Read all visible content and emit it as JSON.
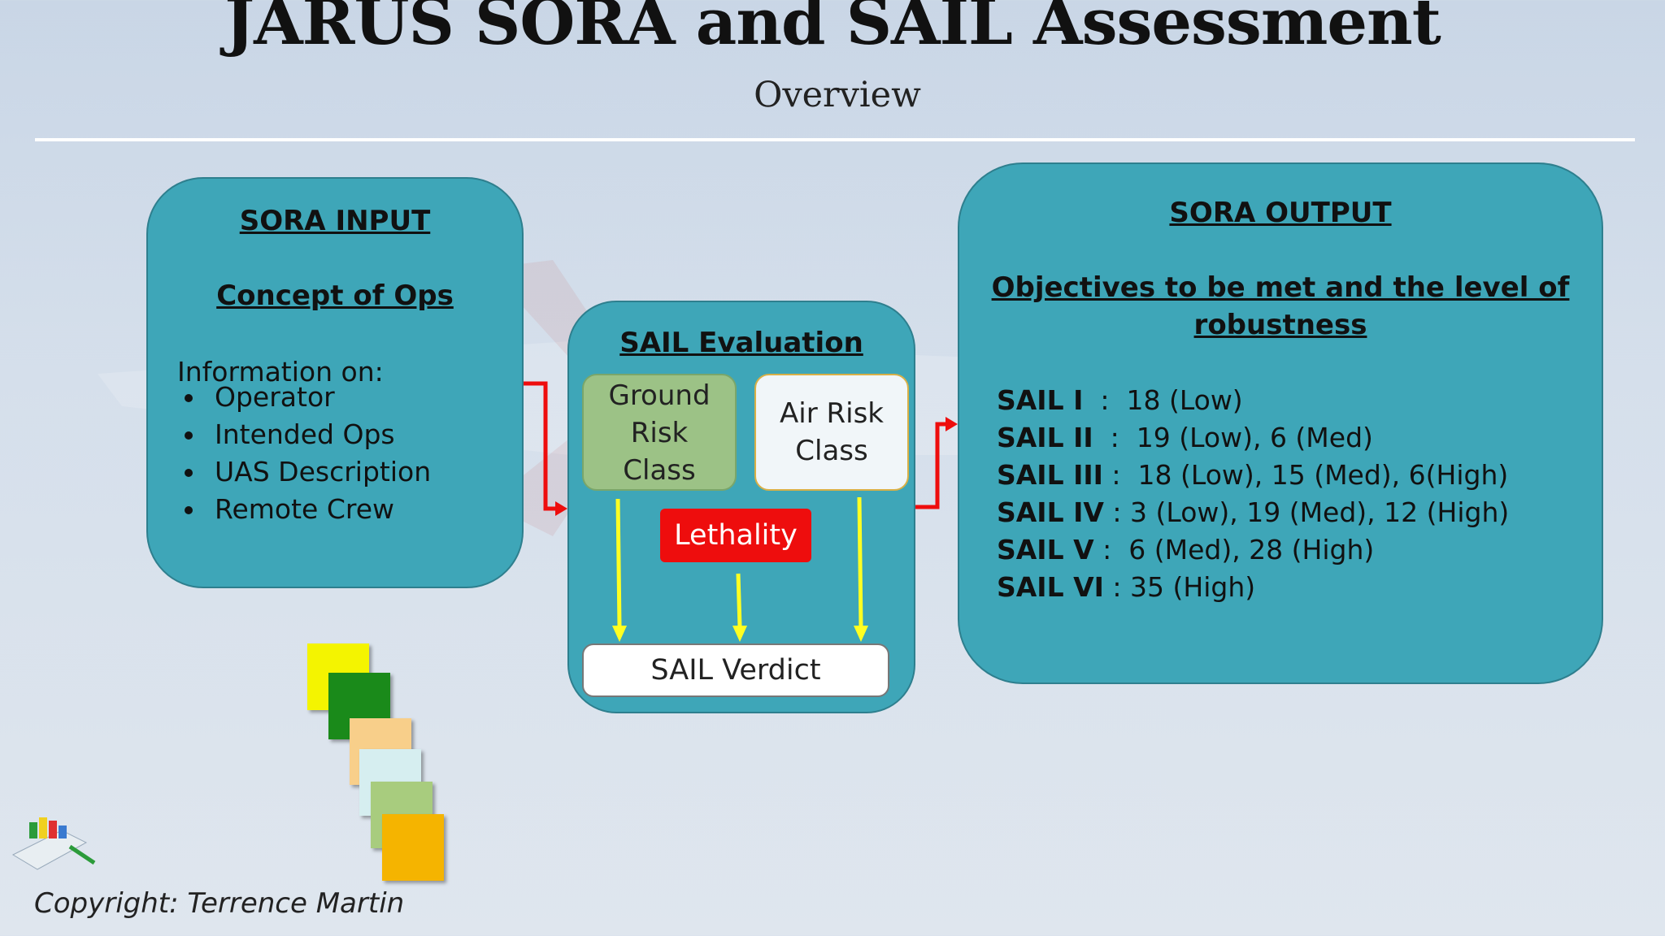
{
  "title": "JARUS SORA and SAIL Assessment",
  "subtitle": "Overview",
  "input": {
    "heading": "SORA INPUT",
    "subheading": "Concept of Ops",
    "intro": "Information on:",
    "items": [
      "Operator",
      "Intended Ops",
      "UAS Description",
      "Remote Crew"
    ]
  },
  "evaluation": {
    "heading": "SAIL Evaluation",
    "ground_risk": [
      "Ground",
      "Risk",
      "Class"
    ],
    "air_risk": [
      "Air Risk",
      "Class"
    ],
    "lethality": "Lethality",
    "verdict": "SAIL Verdict"
  },
  "output": {
    "heading": "SORA OUTPUT",
    "subheading_line1": "Objectives to be met and  the level of",
    "subheading_line2": "robustness",
    "sail_rows": [
      {
        "label": "SAIL I",
        "sep": "  :  ",
        "value": "18 (Low)"
      },
      {
        "label": "SAIL II",
        "sep": "  :  ",
        "value": "19 (Low), 6 (Med)"
      },
      {
        "label": "SAIL III",
        "sep": " :  ",
        "value": "18 (Low), 15 (Med), 6(High)"
      },
      {
        "label": "SAIL IV",
        "sep": " : ",
        "value": "3 (Low), 19 (Med), 12 (High)"
      },
      {
        "label": "SAIL V",
        "sep": " :  ",
        "value": "6 (Med), 28 (High)"
      },
      {
        "label": "SAIL VI",
        "sep": " : ",
        "value": "35 (High)"
      }
    ]
  },
  "copyright": "Copyright: Terrence Martin",
  "colors": {
    "panel": "#3ea6b8",
    "ground_risk": "#9cc286",
    "lethality": "#ee0d0d",
    "flow_arrow": "#ee0d0d",
    "down_arrow": "#ffff22"
  }
}
